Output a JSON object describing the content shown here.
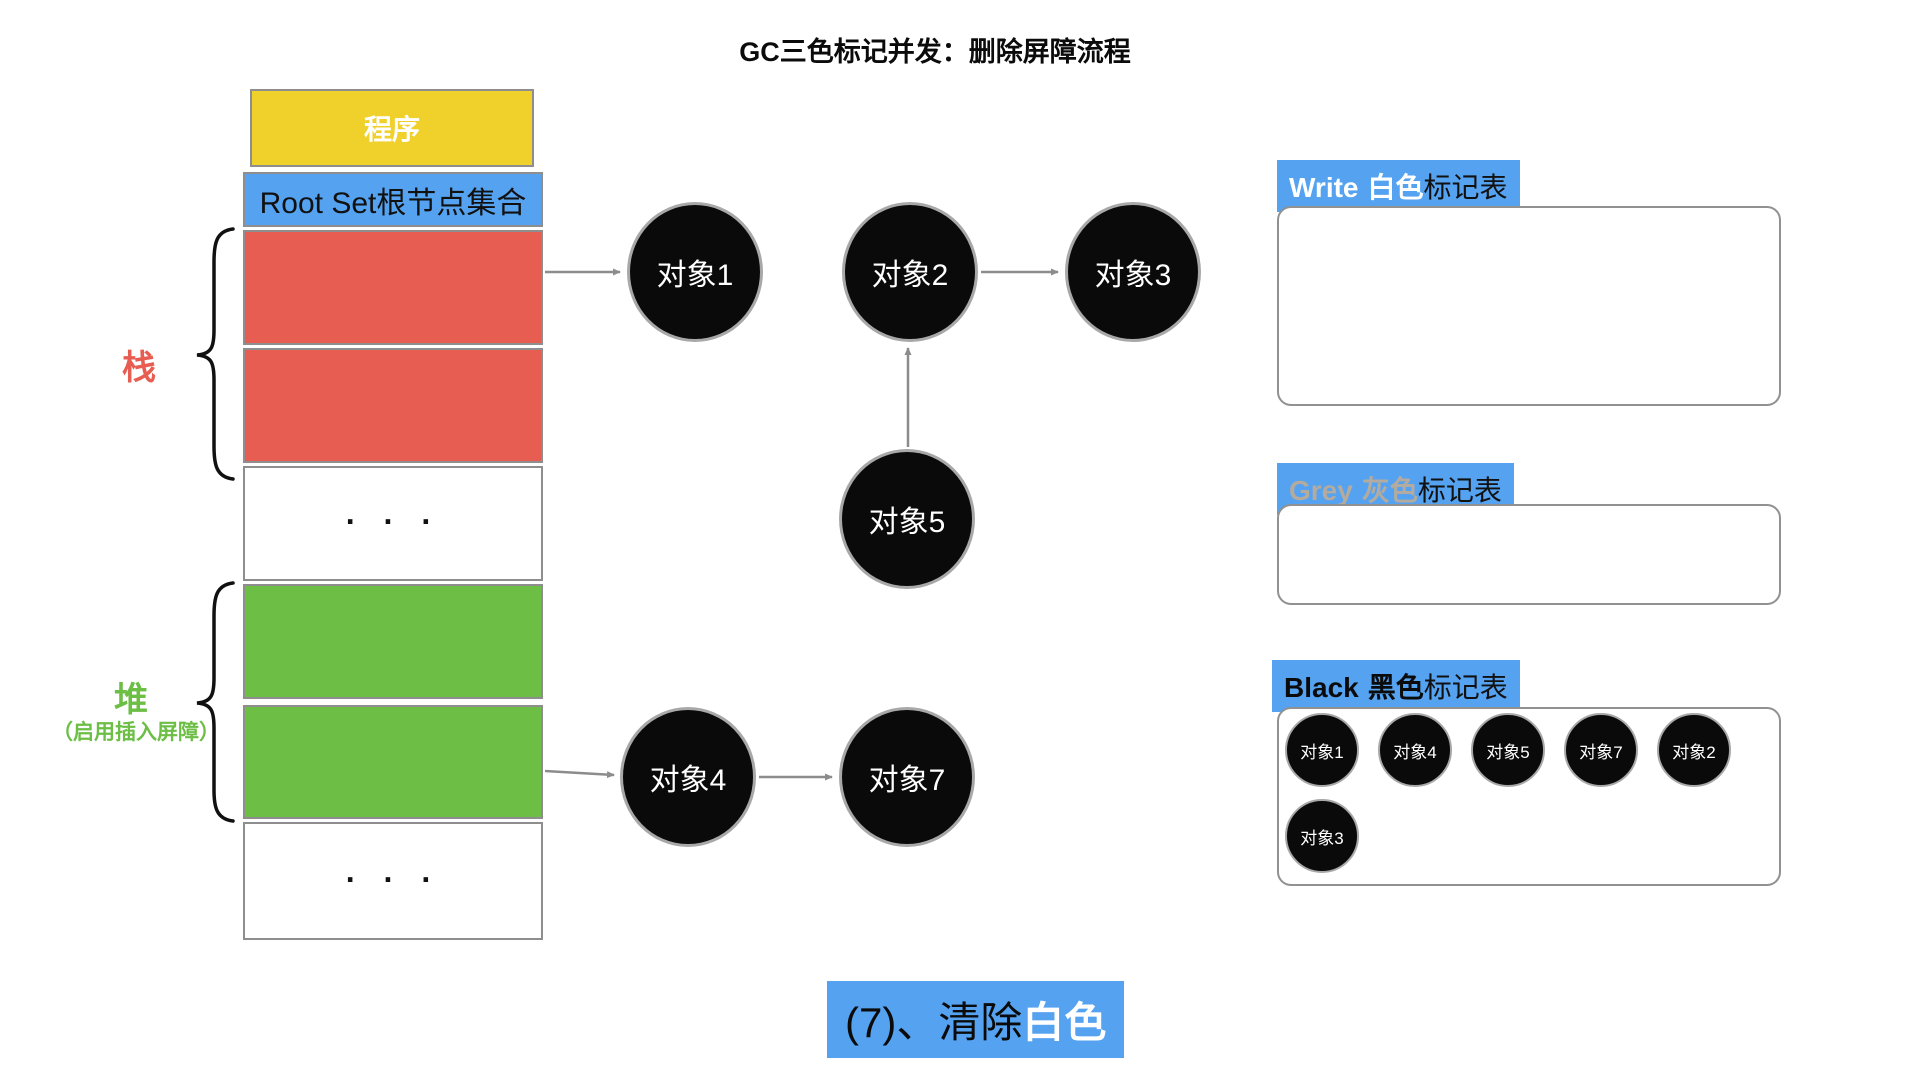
{
  "title": "GC三色标记并发：删除屏障流程",
  "memory_column": {
    "program": "程序",
    "root_set": "Root Set根节点集合",
    "stack_label": "栈",
    "heap_label": "堆",
    "heap_note": "（启用插入屏障）",
    "ellipsis": ". . ."
  },
  "graph_nodes": [
    {
      "id": "object1",
      "label": "对象1"
    },
    {
      "id": "object2",
      "label": "对象2"
    },
    {
      "id": "object3",
      "label": "对象3"
    },
    {
      "id": "object5",
      "label": "对象5"
    },
    {
      "id": "object4",
      "label": "对象4"
    },
    {
      "id": "object7",
      "label": "对象7"
    }
  ],
  "marker_tables": {
    "white": {
      "title_en": "Write",
      "title_cn": "白色",
      "title_suffix": "标记表",
      "items": []
    },
    "grey": {
      "title_en": "Grey",
      "title_cn": "灰色",
      "title_suffix": "标记表",
      "items": []
    },
    "black": {
      "title_en": "Black",
      "title_cn": "黑色",
      "title_suffix": "标记表",
      "items": [
        "对象1",
        "对象4",
        "对象5",
        "对象7",
        "对象2",
        "对象3"
      ]
    }
  },
  "caption": {
    "prefix": "(7)、清除",
    "highlight": "白色"
  },
  "colors": {
    "blue": "#54a2f0",
    "yellow": "#f0d02b",
    "red": "#e85d52",
    "green": "#6cbe45",
    "node_black": "#0a0a0a",
    "arrow_grey": "#8c8c8c",
    "grey_label_text": "#b3aba0"
  }
}
